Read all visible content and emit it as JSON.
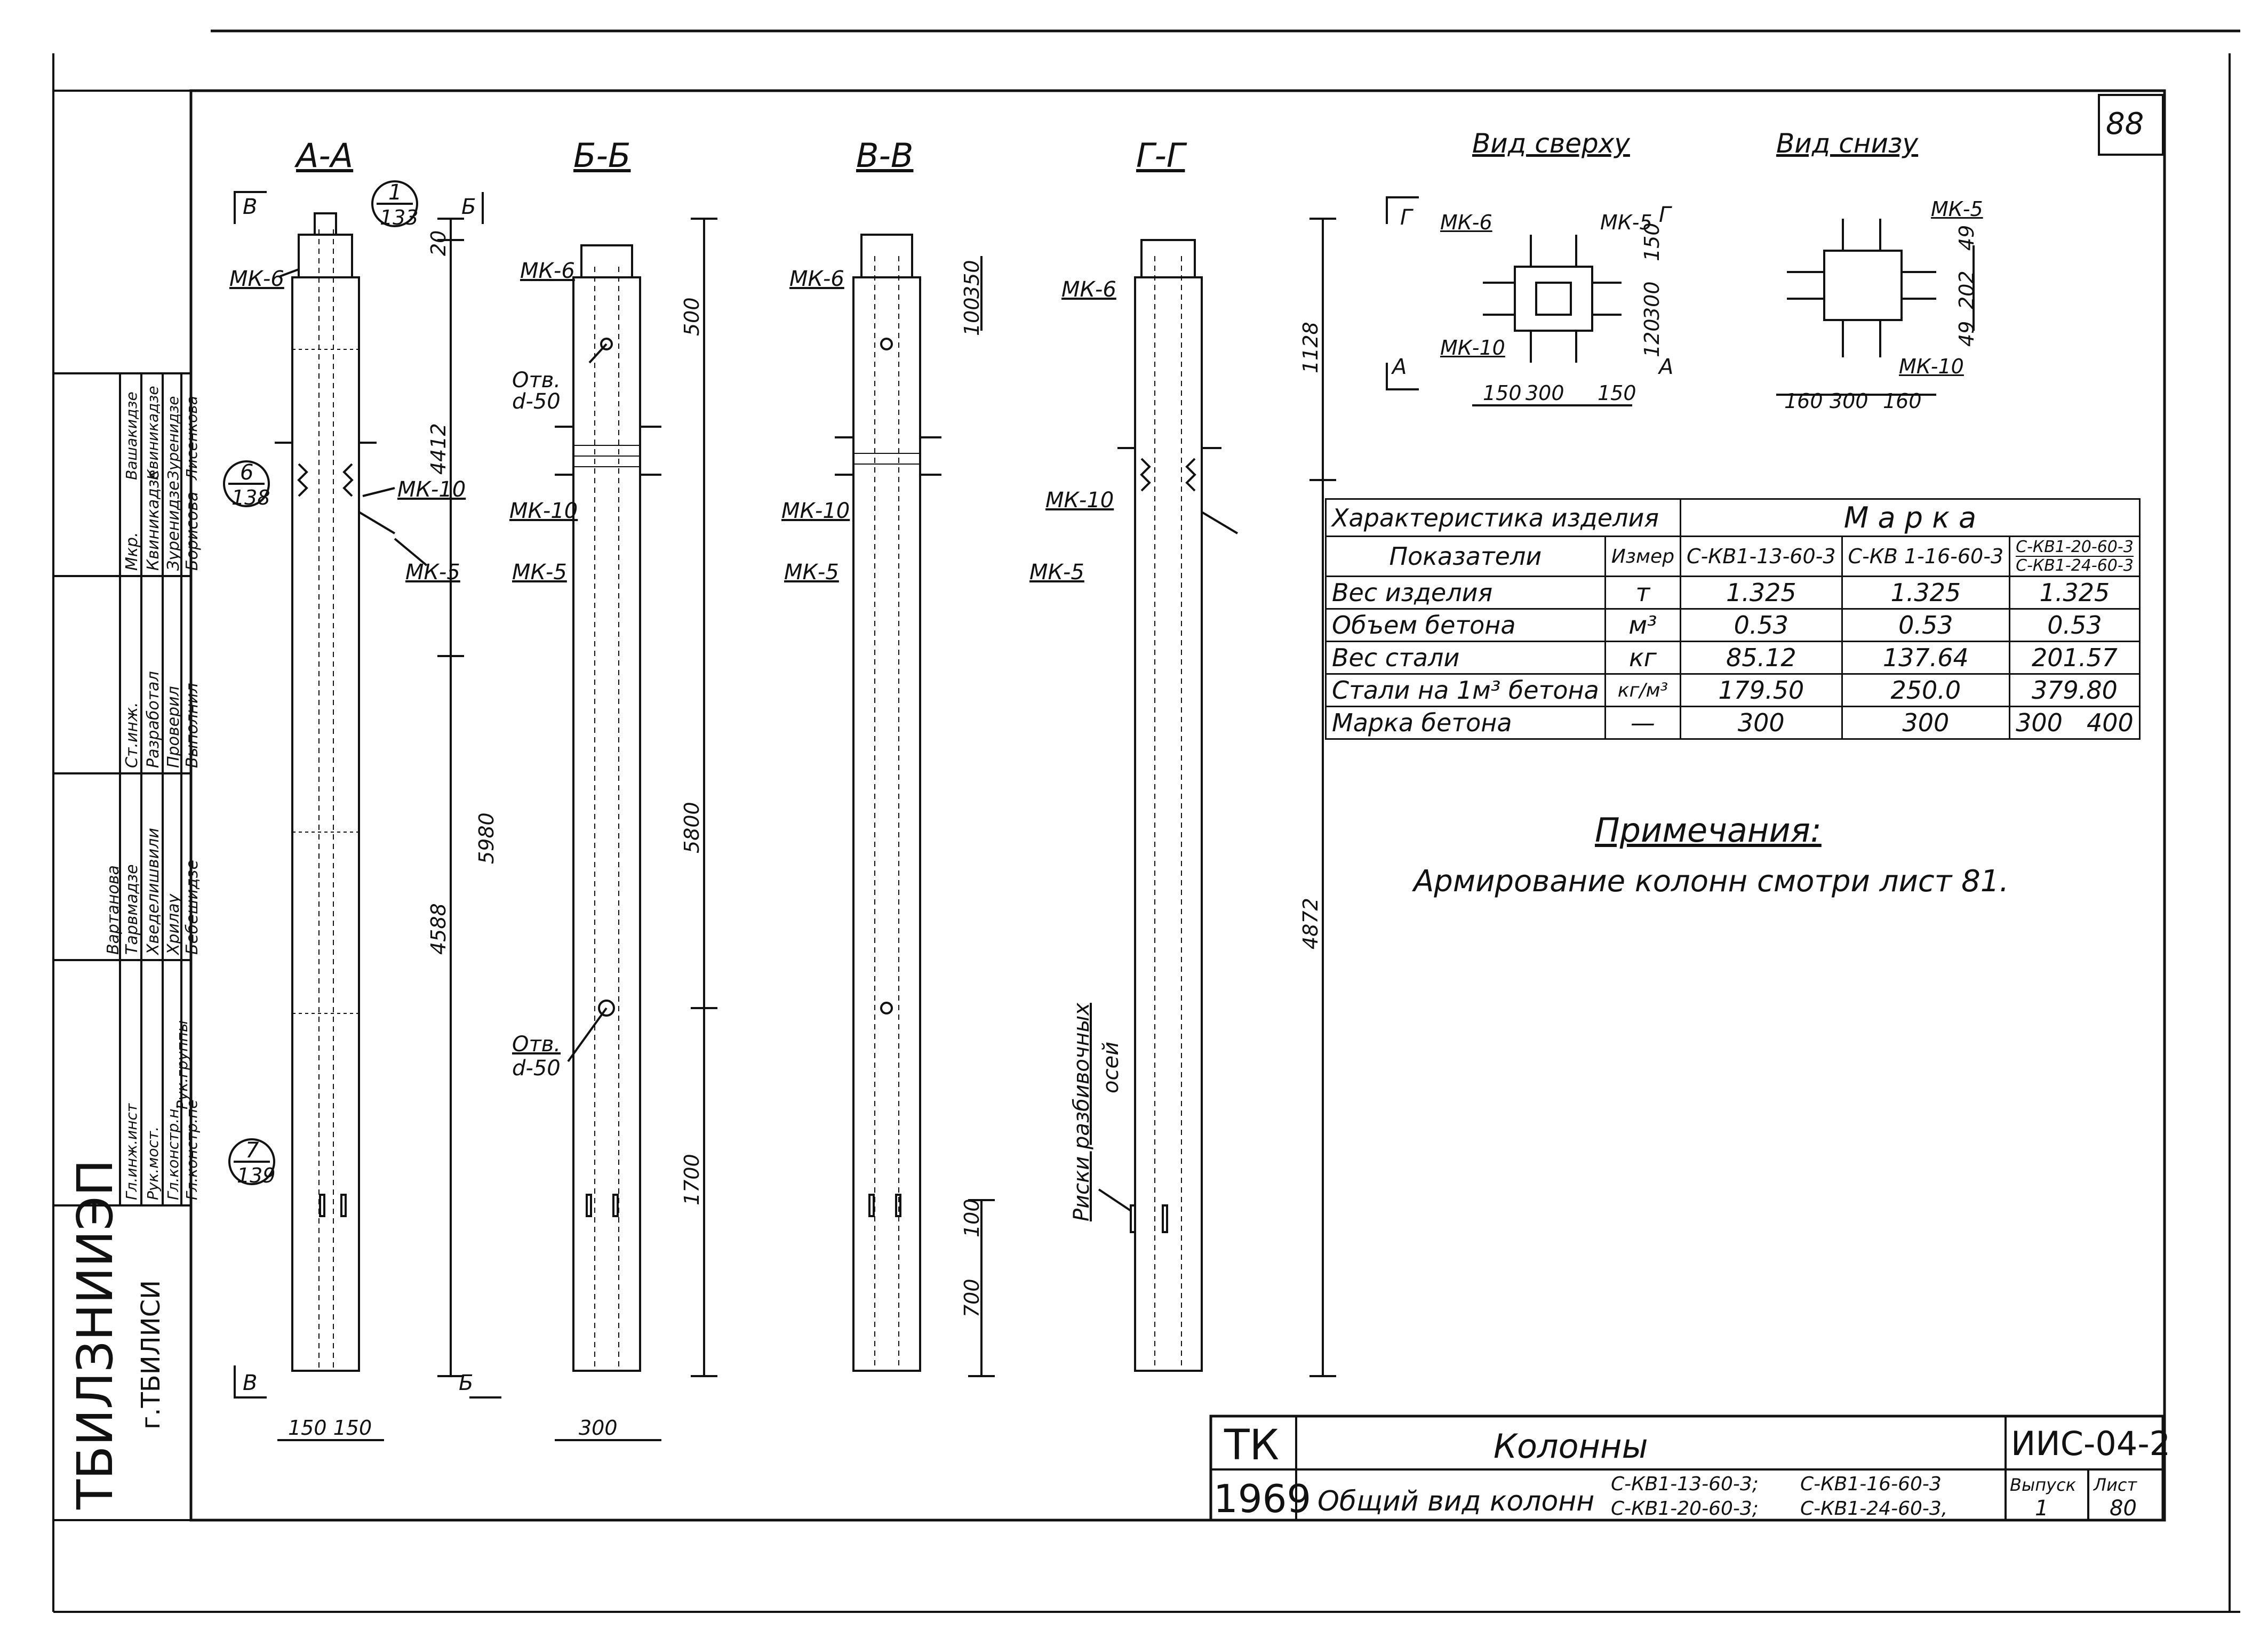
{
  "sheet": {
    "page_number": "88",
    "sheet_code": "ИИС-04-2",
    "organization": "ТБИЛЗНИИЭП",
    "city": "г.ТБИЛИСИ"
  },
  "sections": {
    "a": "А-А",
    "b": "Б-Б",
    "v": "В-В",
    "g": "Г-Г"
  },
  "views": {
    "top": "Вид сверху",
    "bottom": "Вид снизу"
  },
  "labels": {
    "mk6": "МК-6",
    "mk10": "МК-10",
    "mk5": "МК-5",
    "hole_text": "Отв.",
    "hole_d": "d-50",
    "risk": "Риски разбивочных",
    "risk2": "осей",
    "sec_mark_v": "В",
    "sec_mark_b": "Б",
    "sec_mark_g": "Г",
    "sec_mark_a": "А",
    "callout_1_top": "1",
    "callout_1_bot": "133",
    "callout_6_top": "6",
    "callout_6_bot": "138",
    "callout_7_top": "7",
    "callout_7_bot": "139"
  },
  "dimensions": {
    "d20": "20",
    "d4412": "4412",
    "d5980": "5980",
    "d4588": "4588",
    "d500": "500",
    "d5800": "5800",
    "d1700": "1700",
    "d350": "350",
    "d100a": "100",
    "d100b": "100",
    "d700": "700",
    "d1128": "1128",
    "d4872": "4872",
    "d150_150": "150 150",
    "d300": "300",
    "top_150": "150",
    "top_300": "300",
    "top_150b": "150",
    "top_side_150": "150",
    "top_side_300": "300",
    "top_side_120": "120",
    "bot_160": "160",
    "bot_300": "300",
    "bot_160b": "160",
    "bot_49": "49",
    "bot_202": "202",
    "bot_49b": "49"
  },
  "table": {
    "header_main": "Характеристика изделия",
    "header_marka": "М а р к а",
    "col_indicator": "Показатели",
    "col_unit": "Измер",
    "col1": "С-КВ1-13-60-3",
    "col2": "С-КВ 1-16-60-3",
    "col3a": "С-КВ1-20-60-3",
    "col3b": "С-КВ1-24-60-3",
    "rows": [
      {
        "name": "Вес изделия",
        "unit": "т",
        "v1": "1.325",
        "v2": "1.325",
        "v3": "1.325"
      },
      {
        "name": "Объем бетона",
        "unit": "м³",
        "v1": "0.53",
        "v2": "0.53",
        "v3": "0.53"
      },
      {
        "name": "Вес стали",
        "unit": "кг",
        "v1": "85.12",
        "v2": "137.64",
        "v3": "201.57"
      },
      {
        "name": "Стали на 1м³ бетона",
        "unit": "кг/м³",
        "v1": "179.50",
        "v2": "250.0",
        "v3": "379.80"
      },
      {
        "name": "Марка бетона",
        "unit": "—",
        "v1": "300",
        "v2": "300",
        "v3": "300",
        "v3b": "400"
      }
    ]
  },
  "notes": {
    "title": "Примечания:",
    "text": "Армирование колонн смотри лист 81."
  },
  "titleblock": {
    "tk": "ТК",
    "year": "1969",
    "title": "Колонны",
    "subtitle": "Общий вид колонн",
    "m1": "С-КВ1-13-60-3;",
    "m2": "С-КВ1-16-60-3",
    "m3": "С-КВ1-20-60-3;",
    "m4": "С-КВ1-24-60-3,",
    "code": "ИИС-04-2",
    "vypusk_label": "Выпуск",
    "vypusk": "1",
    "list_label": "Лист",
    "list": "80"
  },
  "stamp": {
    "col1": [
      "Гл.инж.инст",
      "Рук.мост.",
      "Гл.констр.н.",
      "Гл.констр.пе",
      "Рук.группы"
    ],
    "col2": [
      "Тарвмадзе",
      "Хведелишвили",
      "Хрилау",
      "Бебешидзе",
      "Вартанова"
    ],
    "col3": [
      "Ст.инж.",
      "Разработал",
      "Проверил",
      "Выполнил"
    ],
    "col4": [
      "Мкр.",
      "Квиникадзе",
      "Зуренидзе",
      "Борисова"
    ],
    "col5": [
      "Вашакидзе",
      "Квиникадзе",
      "Зуренидзе",
      "Лисенкова"
    ]
  }
}
